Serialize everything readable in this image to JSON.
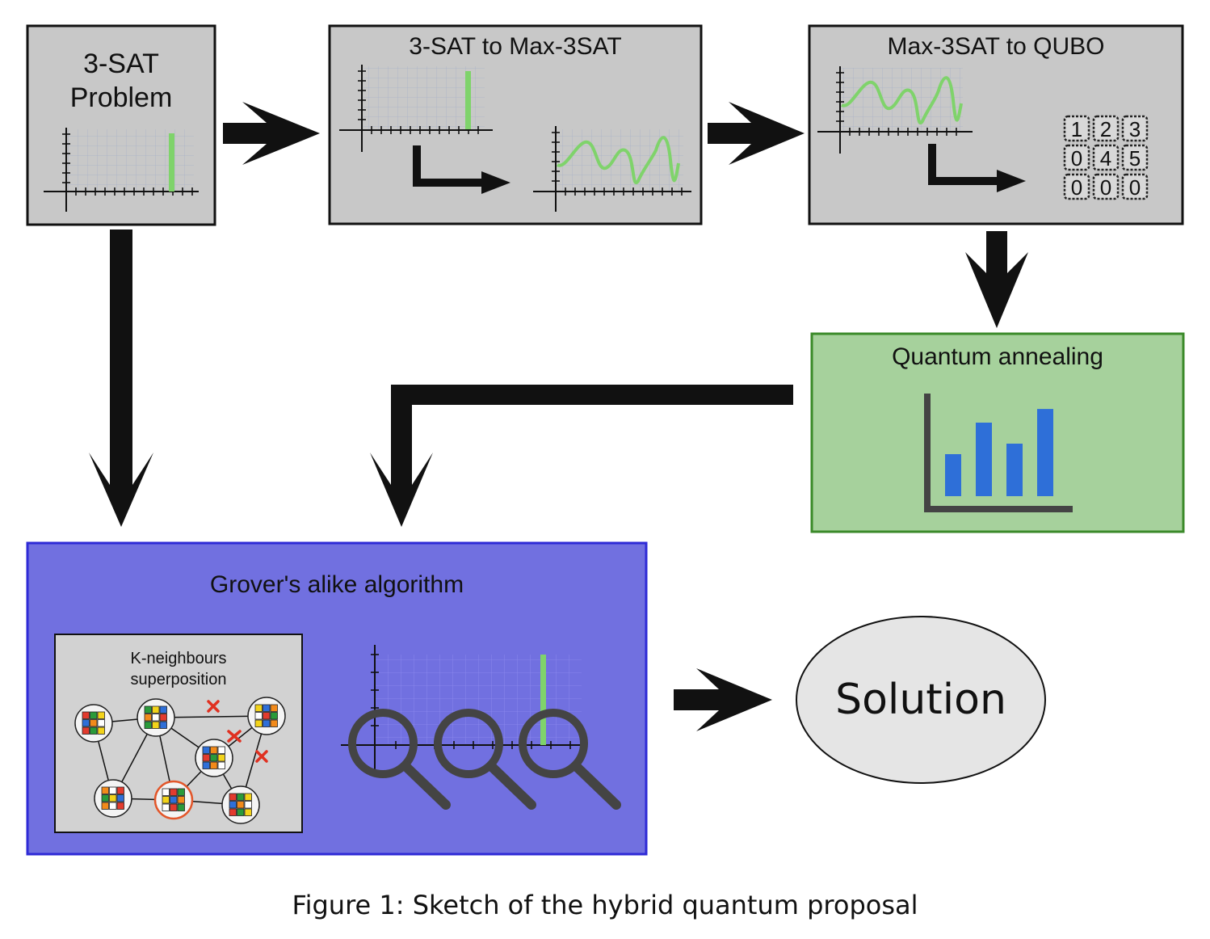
{
  "boxes": {
    "sat": {
      "title": "3-SAT\nProblem"
    },
    "max3sat": {
      "title": "3-SAT to Max-3SAT"
    },
    "qubo": {
      "title": "Max-3SAT to QUBO",
      "matrix": [
        [
          "1",
          "2",
          "3"
        ],
        [
          "0",
          "4",
          "5"
        ],
        [
          "0",
          "0",
          "0"
        ]
      ]
    },
    "annealing": {
      "title": "Quantum annealing"
    },
    "grover": {
      "title": "Grover's alike algorithm",
      "neighbours_label_1": "K-neighbours",
      "neighbours_label_2": "superposition"
    },
    "solution": {
      "title": "Solution"
    }
  },
  "annealing_bars": [
    0.4,
    0.7,
    0.5,
    0.83
  ],
  "colors": {
    "box_gray": "#c8c8c8",
    "annealing_fill": "#a6d19c",
    "annealing_border": "#3b8a29",
    "grover_fill": "#7170e0",
    "grover_border": "#2e2ad6",
    "green_curve": "#7fd36b",
    "bar_blue": "#2e6fd8",
    "solution_fill": "#e5e5e5"
  },
  "caption": "Figure 1: Sketch of the hybrid quantum proposal"
}
